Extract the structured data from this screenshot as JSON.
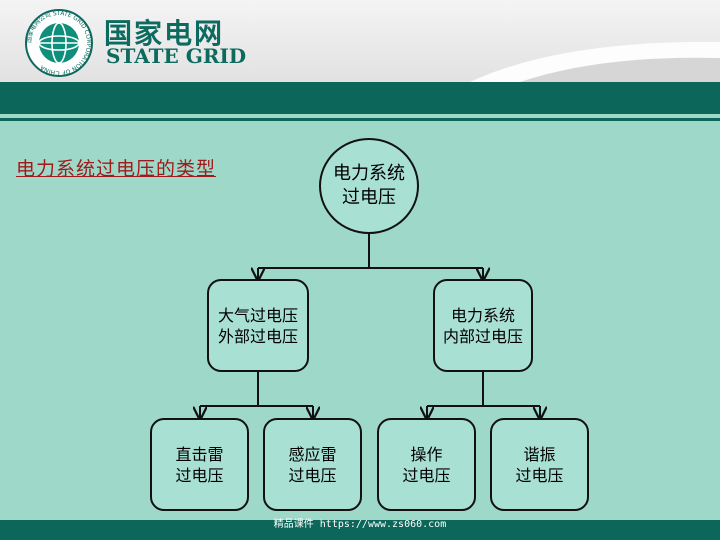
{
  "header": {
    "logo_ring_text": "国家电网公司 STATE GRID CORPORATION OF CHINA",
    "logo_cn": "国家电网",
    "logo_en": "STATE GRID"
  },
  "slide": {
    "title": "电力系统过电压的类型"
  },
  "diagram": {
    "root": {
      "line1": "电力系统",
      "line2": "过电压"
    },
    "left": {
      "line1": "大气过电压",
      "line2": "外部过电压"
    },
    "right": {
      "line1": "电力系统",
      "line2": "内部过电压"
    },
    "leaf1": {
      "line1": "直击雷",
      "line2": "过电压"
    },
    "leaf2": {
      "line1": "感应雷",
      "line2": "过电压"
    },
    "leaf3": {
      "line1": "操作",
      "line2": "过电压"
    },
    "leaf4": {
      "line1": "谐振",
      "line2": "过电压"
    }
  },
  "footer": {
    "watermark": "精品课件 https://www.zs060.com"
  },
  "colors": {
    "background": "#9ed8c8",
    "band": "#0c675a",
    "node_fill": "#a9e0d4",
    "title_text": "#a11a1a",
    "logo": "#0d6a5e"
  }
}
